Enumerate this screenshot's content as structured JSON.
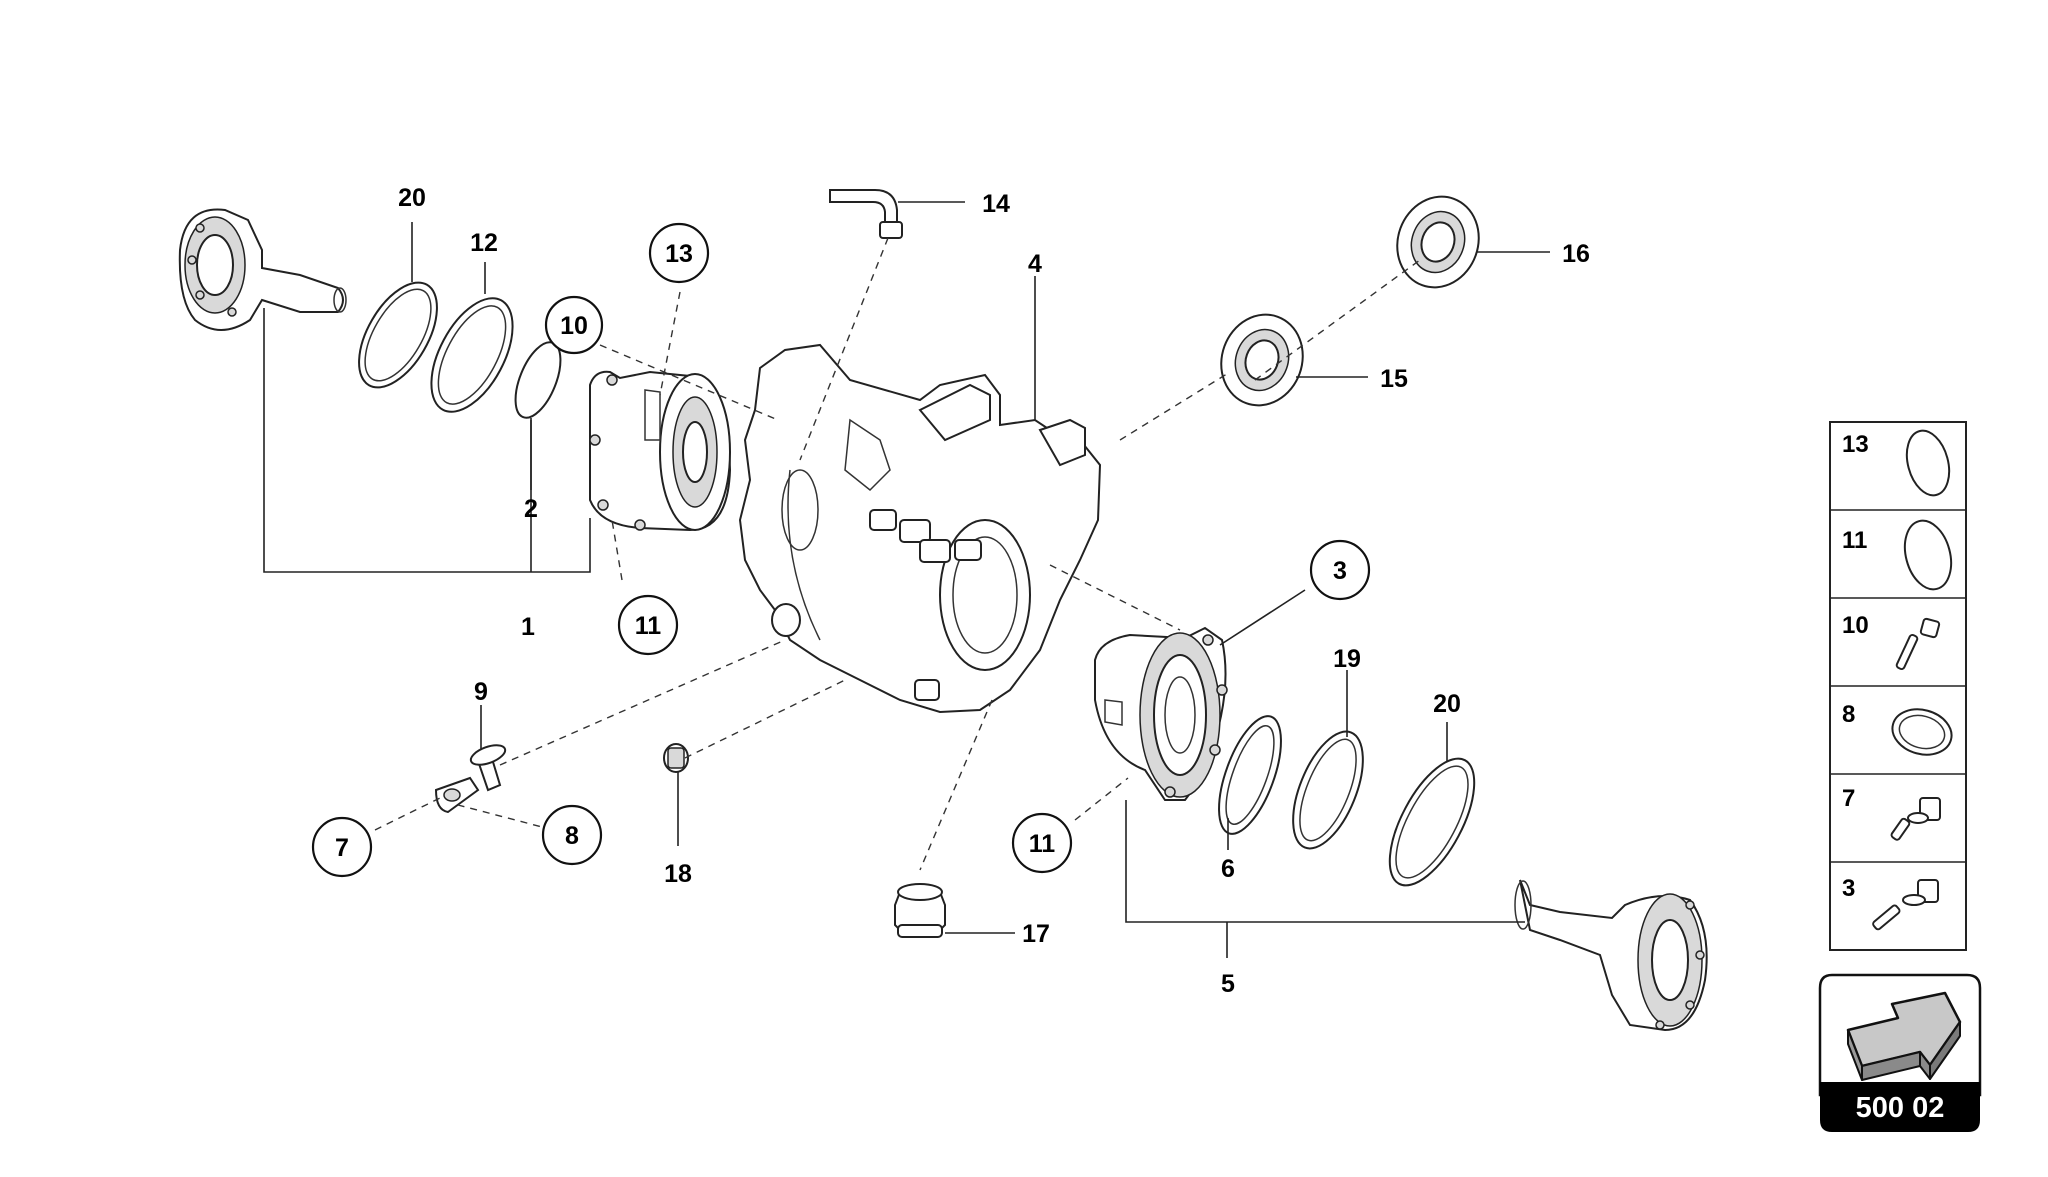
{
  "callouts": {
    "c1": "1",
    "c2": "2",
    "c3": "3",
    "c4": "4",
    "c5": "5",
    "c6": "6",
    "c7": "7",
    "c8": "8",
    "c9": "9",
    "c10": "10",
    "c11a": "11",
    "c11b": "11",
    "c12": "12",
    "c13": "13",
    "c14": "14",
    "c15": "15",
    "c16": "16",
    "c17": "17",
    "c18": "18",
    "c19": "19",
    "c20a": "20",
    "c20b": "20"
  },
  "legend": {
    "rows": [
      {
        "number": "13",
        "icon": "o-ring-icon"
      },
      {
        "number": "11",
        "icon": "o-ring-icon"
      },
      {
        "number": "10",
        "icon": "bolt-icon"
      },
      {
        "number": "8",
        "icon": "sealing-ring-icon"
      },
      {
        "number": "7",
        "icon": "flange-bolt-icon"
      },
      {
        "number": "3",
        "icon": "flange-bolt-icon"
      }
    ]
  },
  "nav": {
    "icon": "next-arrow-icon",
    "code": "500 02"
  },
  "colors": {
    "line": "#222222",
    "plate": "#000000",
    "arrow_fill": "#c8c8c8"
  }
}
